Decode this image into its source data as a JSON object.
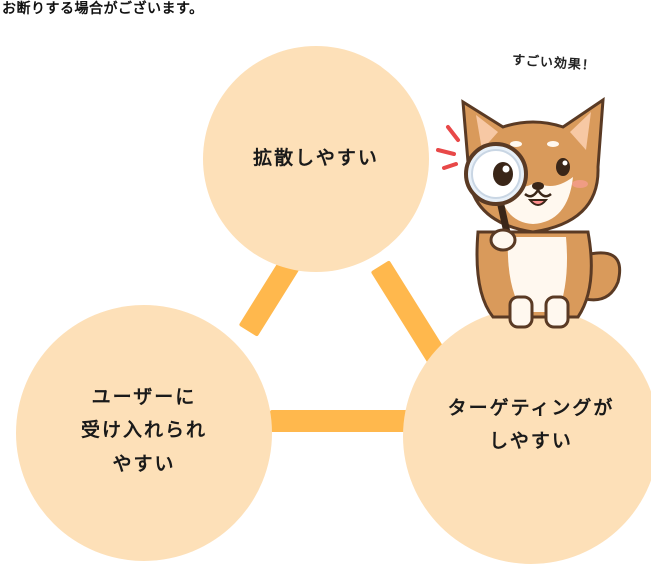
{
  "header": {
    "text": "お断りする場合がございます。"
  },
  "diagram": {
    "nodes": [
      {
        "id": "top",
        "label_lines": [
          "拡散しやすい"
        ]
      },
      {
        "id": "left",
        "label_lines": [
          "ユーザーに",
          "受け入れられ",
          "やすい"
        ]
      },
      {
        "id": "right",
        "label_lines": [
          "ターゲティングが",
          "しやすい"
        ]
      }
    ]
  },
  "callout": {
    "text": "すごい効果！"
  },
  "colors": {
    "circle_fill": "#fde0b8",
    "connector": "#ffb84d"
  },
  "mascot": {
    "icon": "shiba-dog-magnifying-glass-illustration"
  }
}
